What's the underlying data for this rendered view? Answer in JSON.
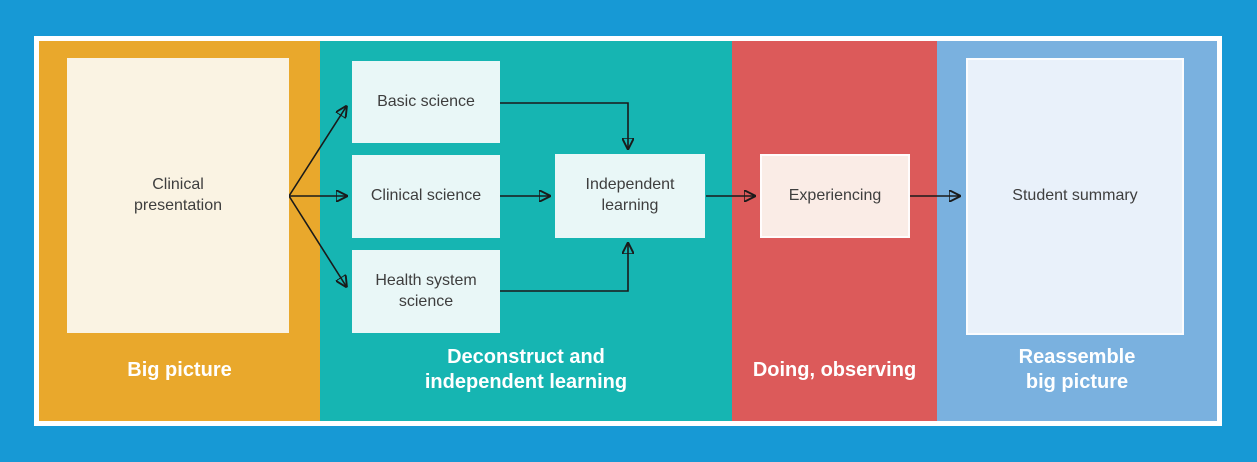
{
  "diagram": {
    "title_implicit": "Clinical learning flow",
    "palette": {
      "background": "#1799D5",
      "frame": "#FFFFFF",
      "stage_big_picture": "#E9A82C",
      "stage_deconstruct": "#16B5B2",
      "stage_doing_observing": "#DC5A5A",
      "stage_reassemble": "#7AB1DF",
      "node_cream": "#FAF3E3",
      "node_pale_cyan": "#E9F7F7",
      "node_pale_pink": "#FAECE6",
      "node_pale_blue": "#E9F1FA",
      "arrow": "#1A1A1A",
      "node_text": "#3E3E3E",
      "stage_label_text": "#FFFFFF"
    },
    "stages": [
      {
        "label": "Big picture"
      },
      {
        "label": "Deconstruct and\nindependent learning"
      },
      {
        "label": "Doing, observing"
      },
      {
        "label": "Reassemble\nbig picture"
      }
    ],
    "nodes": {
      "clinical_presentation": "Clinical\npresentation",
      "basic_science": "Basic science",
      "clinical_science": "Clinical science",
      "health_system_science": "Health system\nscience",
      "independent_learning": "Independent\nlearning",
      "experiencing": "Experiencing",
      "student_summary": "Student summary"
    },
    "edges": [
      {
        "from": "Clinical presentation",
        "to": "Basic science"
      },
      {
        "from": "Clinical presentation",
        "to": "Clinical science"
      },
      {
        "from": "Clinical presentation",
        "to": "Health system science"
      },
      {
        "from": "Basic science",
        "to": "Independent learning"
      },
      {
        "from": "Clinical science",
        "to": "Independent learning"
      },
      {
        "from": "Health system science",
        "to": "Independent learning"
      },
      {
        "from": "Independent learning",
        "to": "Experiencing"
      },
      {
        "from": "Experiencing",
        "to": "Student summary"
      }
    ]
  }
}
